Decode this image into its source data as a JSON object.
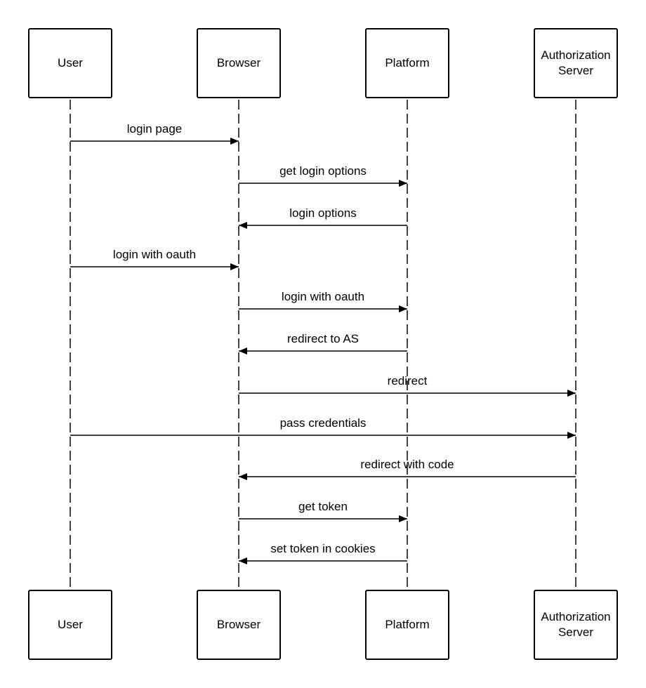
{
  "participants": [
    {
      "id": "user",
      "label_lines": [
        "User"
      ]
    },
    {
      "id": "browser",
      "label_lines": [
        "Browser"
      ]
    },
    {
      "id": "platform",
      "label_lines": [
        "Platform"
      ]
    },
    {
      "id": "as",
      "label_lines": [
        "Authorization",
        "Server"
      ]
    }
  ],
  "messages": [
    {
      "from": "user",
      "to": "browser",
      "label": "login page"
    },
    {
      "from": "browser",
      "to": "platform",
      "label": "get login options"
    },
    {
      "from": "platform",
      "to": "browser",
      "label": "login options"
    },
    {
      "from": "user",
      "to": "browser",
      "label": "login with oauth"
    },
    {
      "from": "browser",
      "to": "platform",
      "label": "login with oauth"
    },
    {
      "from": "platform",
      "to": "browser",
      "label": "redirect to AS"
    },
    {
      "from": "browser",
      "to": "as",
      "label": "redirect"
    },
    {
      "from": "user",
      "to": "as",
      "label": "pass credentials"
    },
    {
      "from": "as",
      "to": "browser",
      "label": "redirect with code"
    },
    {
      "from": "browser",
      "to": "platform",
      "label": "get token"
    },
    {
      "from": "platform",
      "to": "browser",
      "label": "set token in cookies"
    }
  ],
  "colors": {
    "line": "#000000",
    "background": "#ffffff"
  }
}
